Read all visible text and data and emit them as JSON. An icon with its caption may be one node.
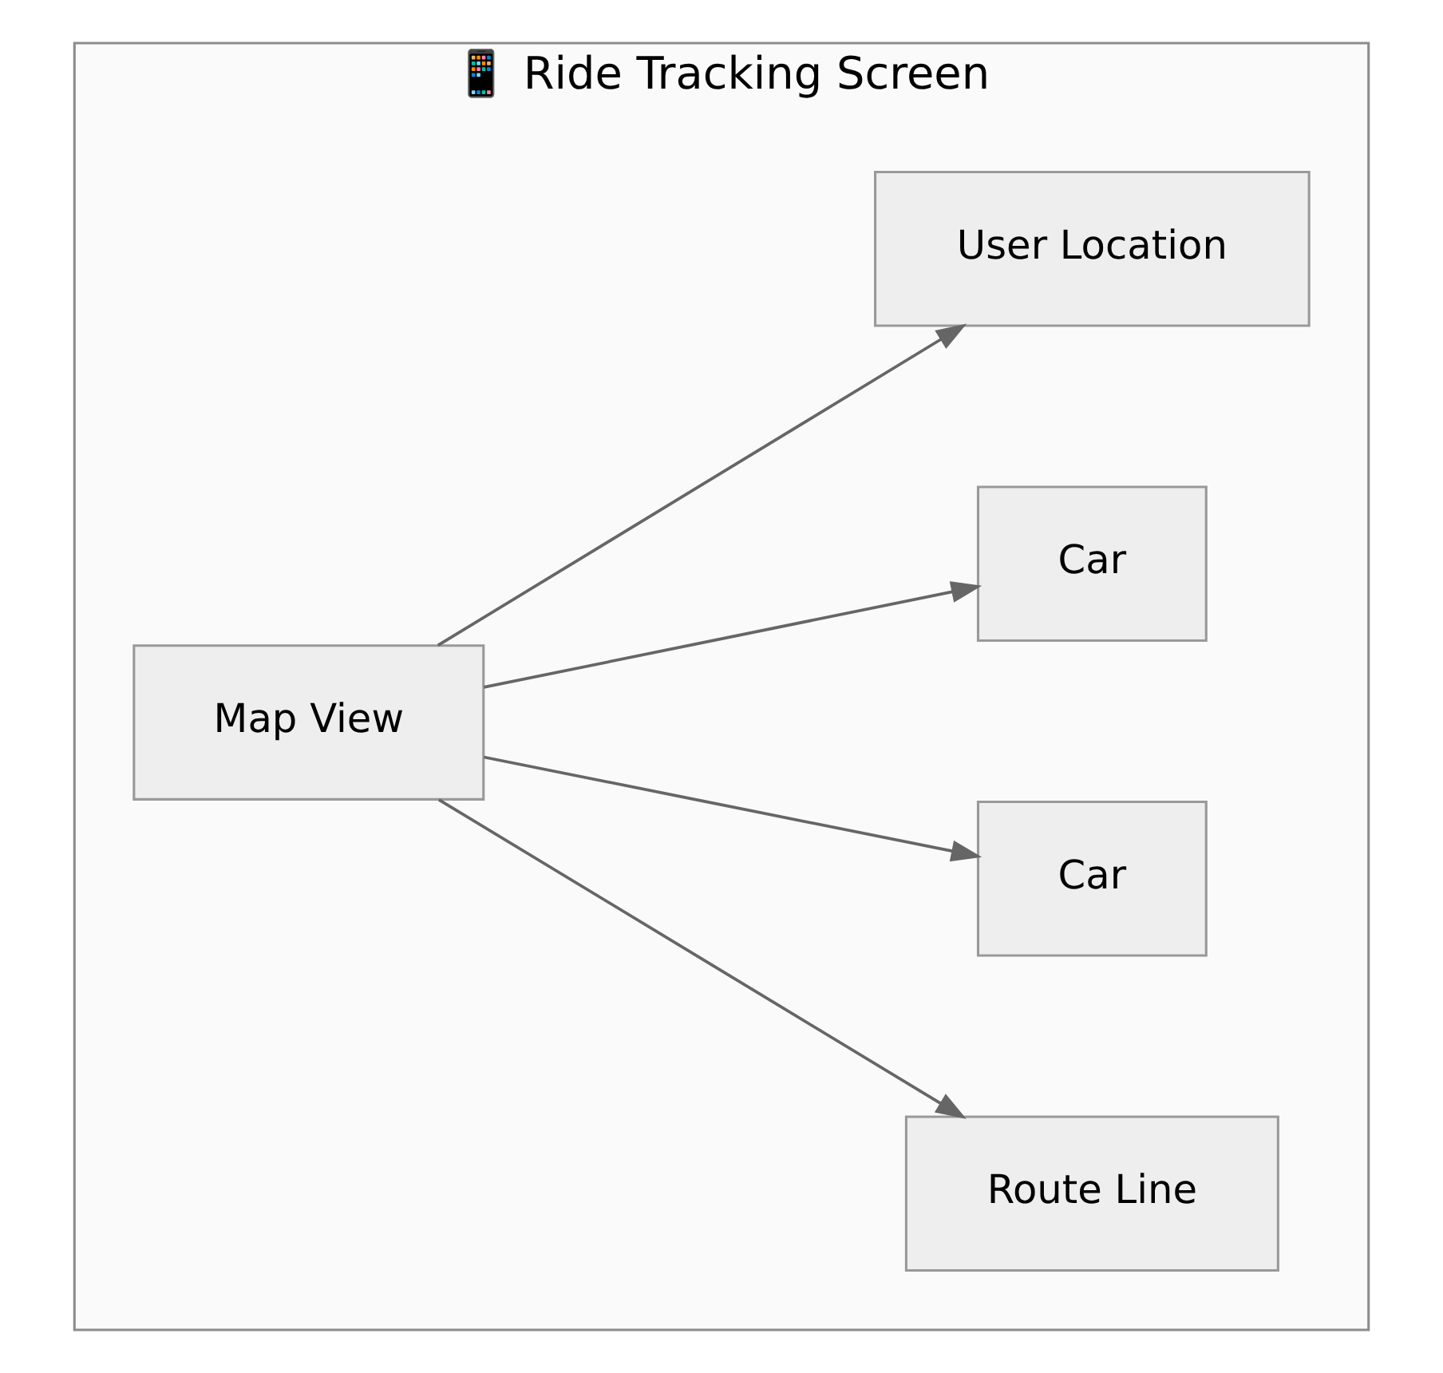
{
  "diagram": {
    "nodes": [
      {
        "text": [
          "📱 Ride Tracking Screen"
        ]
      },
      {
        "text": [
          "Map View"
        ],
        "in": 0
      },
      {
        "text": [
          "User Location"
        ],
        "in": 0
      },
      {
        "text": [
          "Car"
        ],
        "in": 0
      },
      {
        "text": [
          "Car"
        ],
        "in": 0
      },
      {
        "text": [
          "Route Line"
        ],
        "in": 0
      }
    ],
    "edges": [
      {
        "from": 1,
        "to": 2,
        "arrow": "to"
      },
      {
        "from": 1,
        "to": 3,
        "arrow": "to"
      },
      {
        "from": 1,
        "to": 4,
        "arrow": "to"
      },
      {
        "from": 1,
        "to": 5,
        "arrow": "to"
      }
    ]
  }
}
